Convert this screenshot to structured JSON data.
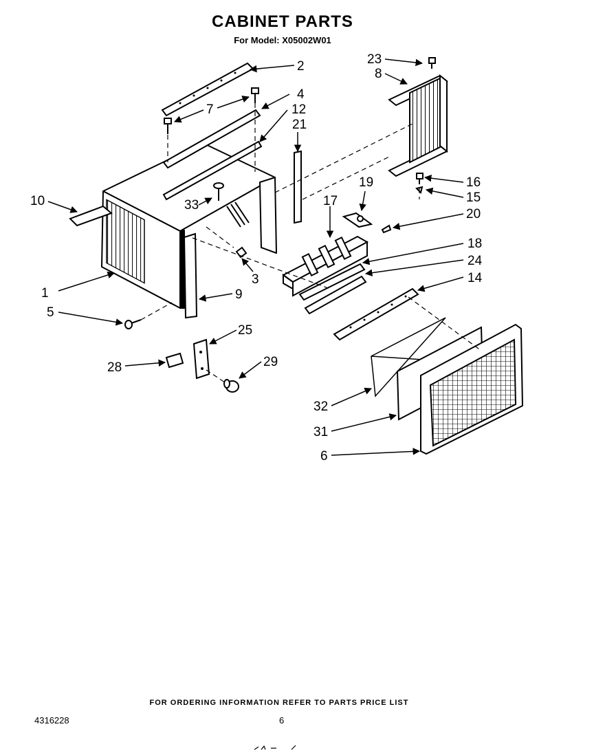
{
  "header": {
    "title": "CABINET PARTS",
    "subtitle": "For Model: X05002W01"
  },
  "diagram": {
    "callouts": [
      "1",
      "2",
      "3",
      "4",
      "5",
      "6",
      "7",
      "8",
      "9",
      "10",
      "12",
      "14",
      "15",
      "16",
      "17",
      "18",
      "19",
      "20",
      "21",
      "23",
      "24",
      "25",
      "28",
      "29",
      "31",
      "32",
      "33"
    ]
  },
  "footer": {
    "note": "FOR ORDERING INFORMATION REFER TO PARTS PRICE LIST",
    "doc_number": "4316228",
    "page_number": "6"
  }
}
